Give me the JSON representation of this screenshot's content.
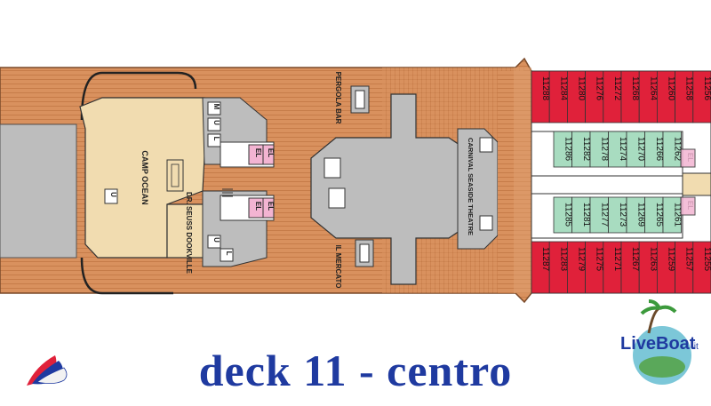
{
  "caption": "deck 11 - centro",
  "labels": {
    "camp_ocean": "CAMP OCEAN",
    "dr_seuss": "DR. SEUSS DOOKVILLE",
    "pergola_bar": "PERGOLA BAR",
    "il_mercato": "IL MERCATO",
    "theatre": "CARNIVAL SEASIDE THEATRE"
  },
  "cabins": {
    "top_row": [
      "11288",
      "11284",
      "11280",
      "11276",
      "11272",
      "11268",
      "11264",
      "11260",
      "11258",
      "11256"
    ],
    "inner_top": [
      "11286",
      "11282",
      "11278",
      "11274",
      "11270",
      "11266",
      "11262"
    ],
    "inner_bottom": [
      "11285",
      "11281",
      "11277",
      "11273",
      "11269",
      "11265",
      "11261"
    ],
    "bottom_row": [
      "11287",
      "11283",
      "11279",
      "11275",
      "11271",
      "11267",
      "11263",
      "11259",
      "11257",
      "11255"
    ]
  },
  "room_codes": {
    "u": "U",
    "m": "M",
    "l": "L",
    "el": "EL"
  },
  "brand": {
    "liveboat": "LiveBoat",
    "liveboat_suffix": ".it"
  },
  "colors": {
    "deck_wood": "#d9915e",
    "cabin_red": "#e0213a",
    "cabin_green": "#a8dcc0",
    "venue": "#f1dcb0",
    "structure": "#bdbdbd",
    "caption": "#1f3aa0",
    "elevator": "#f3b4d2"
  }
}
